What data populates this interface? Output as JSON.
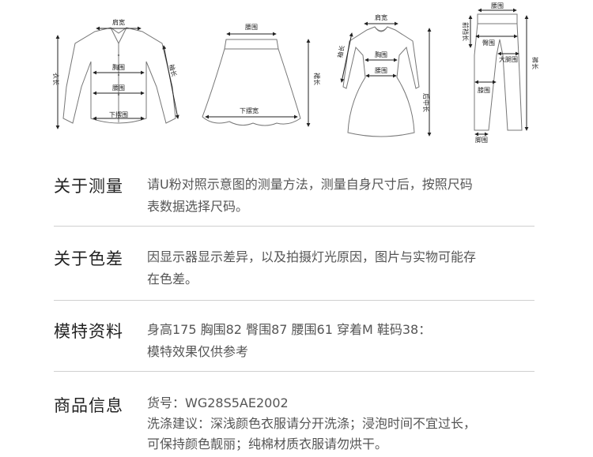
{
  "diagrams": {
    "shirt": {
      "shoulder": "肩宽",
      "chest": "胸围",
      "waist": "腰围",
      "hem": "下摆围",
      "length": "衣长",
      "sleeve": "袖长"
    },
    "skirt": {
      "waist": "腰围",
      "hem": "下摆宽",
      "length": "裙长"
    },
    "dress": {
      "shoulder": "肩宽",
      "sleeve": "袖长",
      "chest": "胸围",
      "waist": "腰围",
      "back_length": "后中长"
    },
    "pants": {
      "waist": "腰围",
      "front_rise": "前裆长",
      "hip": "臀围",
      "thigh": "大腿围",
      "knee": "膝围",
      "length": "裤长",
      "hem": "脚围"
    }
  },
  "sections": [
    {
      "title": "关于测量",
      "lines": [
        "请U粉对照示意图的测量方法，测量自身尺寸后，按照尺码",
        "表数据选择尺码。"
      ]
    },
    {
      "title": "关于色差",
      "lines": [
        "因显示器显示差异，以及拍摄灯光原因，图片与实物可能存",
        "在色差。"
      ]
    },
    {
      "title": "模特资料",
      "lines": [
        "身高175  胸围82  臀围87  腰围61   穿着M  鞋码38：",
        "模特效果仅供参考"
      ]
    },
    {
      "title": "商品信息",
      "lines": [
        "货号：WG28S5AE2002",
        "洗涤建议：深浅颜色衣服请分开洗涤；浸泡时间不宜过长，",
        "可保持颜色靓丽；纯棉材质衣服请勿烘干。"
      ]
    }
  ]
}
